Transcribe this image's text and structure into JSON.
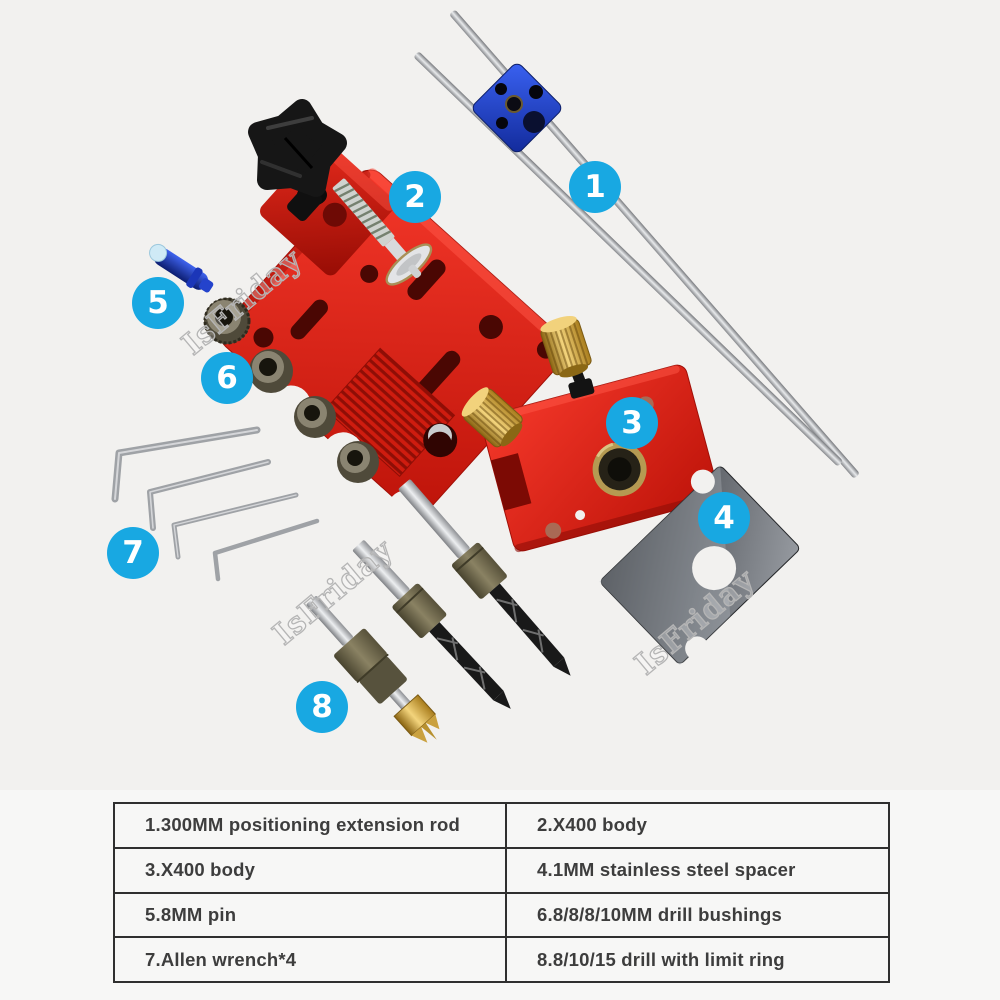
{
  "product_photo": {
    "description_items": [
      "positioning extension rods with blue connector block",
      "red drill jig body with black clamp knob and screw",
      "red drill guide block with brass thumb screws",
      "steel spacer plate",
      "blue pin",
      "drill bushings",
      "allen wrenches",
      "drill bits with limit rings"
    ],
    "watermark": {
      "text": "IsFriday"
    }
  },
  "callouts": [
    {
      "number": "1"
    },
    {
      "number": "2"
    },
    {
      "number": "3"
    },
    {
      "number": "4"
    },
    {
      "number": "5"
    },
    {
      "number": "6"
    },
    {
      "number": "7"
    },
    {
      "number": "8"
    }
  ],
  "legend_table": {
    "rows": [
      [
        "1.300MM positioning extension rod",
        "2.X400 body"
      ],
      [
        "3.X400 body",
        "4.1MM stainless steel spacer"
      ],
      [
        "5.8MM pin",
        "6.8/8/8/10MM drill bushings"
      ],
      [
        "7.Allen wrench*4",
        "8.8/10/15 drill with limit ring"
      ]
    ]
  },
  "colors": {
    "callout_badge": "#18a8e2",
    "jig_red": "#e2261a",
    "connector_blue": "#2244d8",
    "brass": "#d1a23a",
    "steel": "#6e7277",
    "photo_background": "#f2f1ef",
    "table_text": "#3d3d3d"
  }
}
